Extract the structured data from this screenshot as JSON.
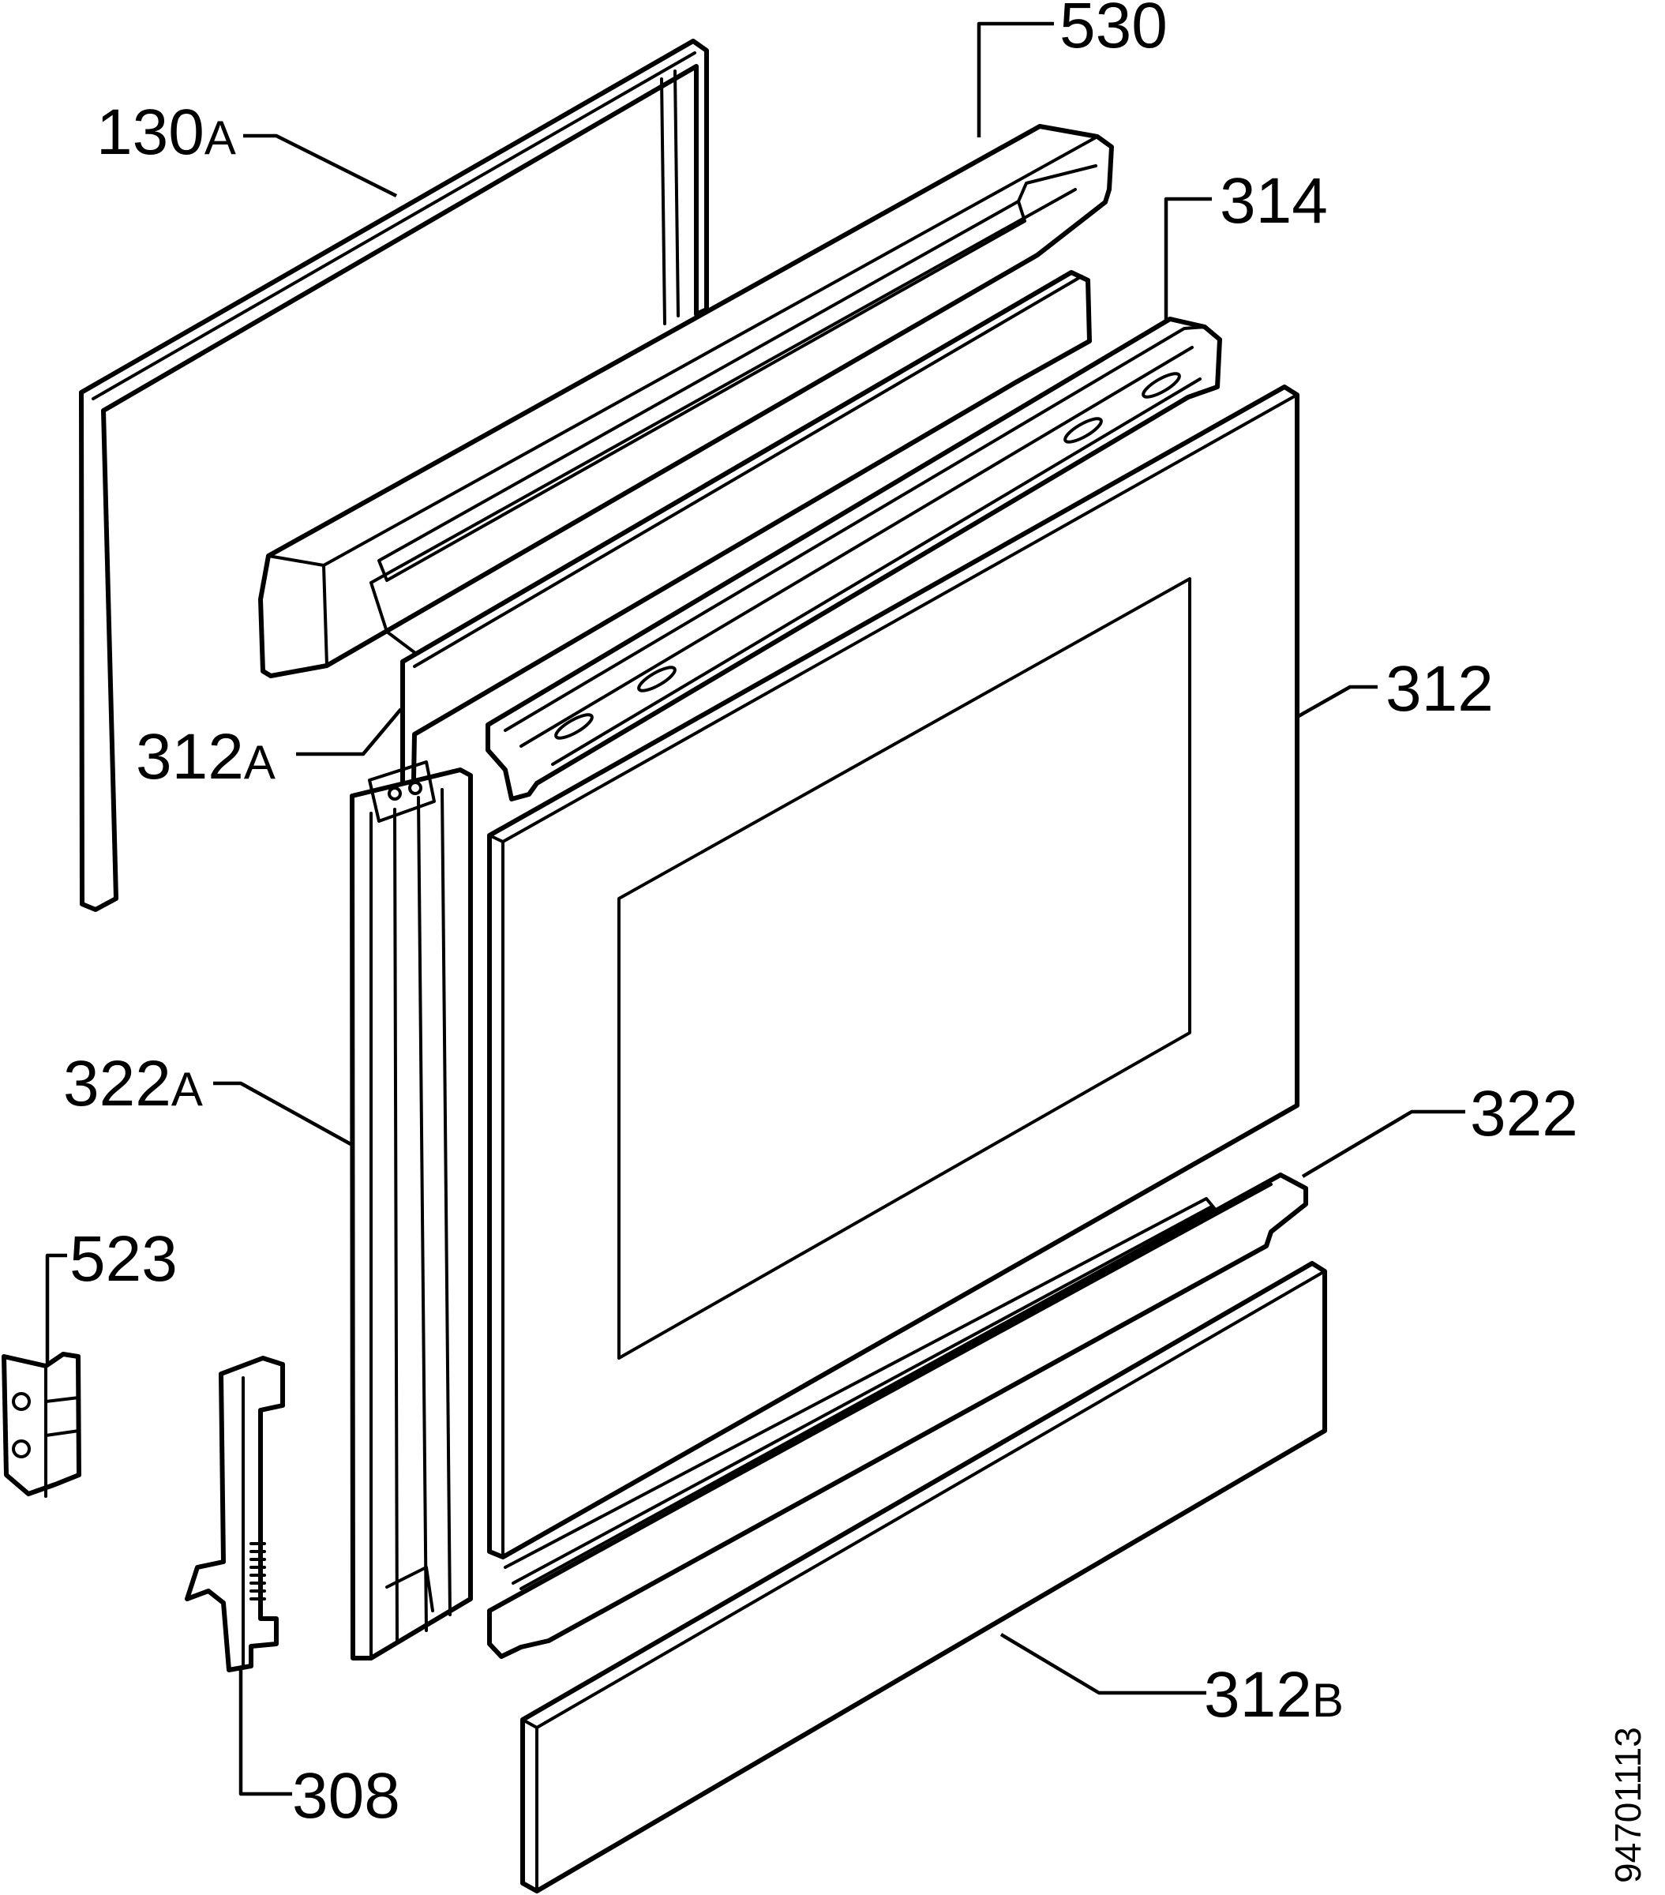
{
  "diagram": {
    "document_number": "94701113",
    "parts": [
      {
        "id": "530",
        "number": "530",
        "suffix": ""
      },
      {
        "id": "130A",
        "number": "130",
        "suffix": "A"
      },
      {
        "id": "314",
        "number": "314",
        "suffix": ""
      },
      {
        "id": "312",
        "number": "312",
        "suffix": ""
      },
      {
        "id": "312A",
        "number": "312",
        "suffix": "A"
      },
      {
        "id": "322A",
        "number": "322",
        "suffix": "A"
      },
      {
        "id": "322",
        "number": "322",
        "suffix": ""
      },
      {
        "id": "523",
        "number": "523",
        "suffix": ""
      },
      {
        "id": "312B",
        "number": "312",
        "suffix": "B"
      },
      {
        "id": "308",
        "number": "308",
        "suffix": ""
      }
    ]
  }
}
